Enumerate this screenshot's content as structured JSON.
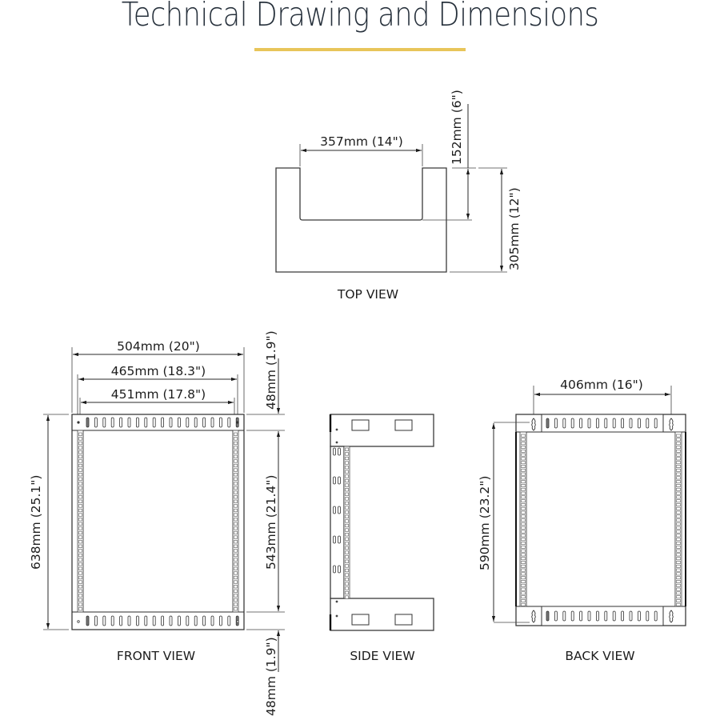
{
  "header": {
    "title": "Technical Drawing and Dimensions",
    "accent_color": "#e8c55a",
    "title_color": "#27313c"
  },
  "views": {
    "top": {
      "label": "TOP VIEW",
      "dimensions": {
        "inner_width": "357mm (14\")",
        "inner_depth": "152mm (6\")",
        "total_depth": "305mm (12\")"
      }
    },
    "front": {
      "label": "FRONT VIEW",
      "dimensions": {
        "outer_width": "504mm (20\")",
        "rail_width": "465mm (18.3\")",
        "inner_width": "451mm (17.8\")",
        "total_height": "638mm (25.1\")",
        "inner_height": "543mm (21.4\")",
        "top_bar_height": "48mm (1.9\")",
        "bottom_bar_height": "48mm (1.9\")"
      }
    },
    "side": {
      "label": "SIDE VIEW"
    },
    "back": {
      "label": "BACK VIEW",
      "dimensions": {
        "mount_hole_spacing_h": "406mm (16\")",
        "mount_hole_spacing_v": "590mm (23.2\")"
      }
    }
  }
}
